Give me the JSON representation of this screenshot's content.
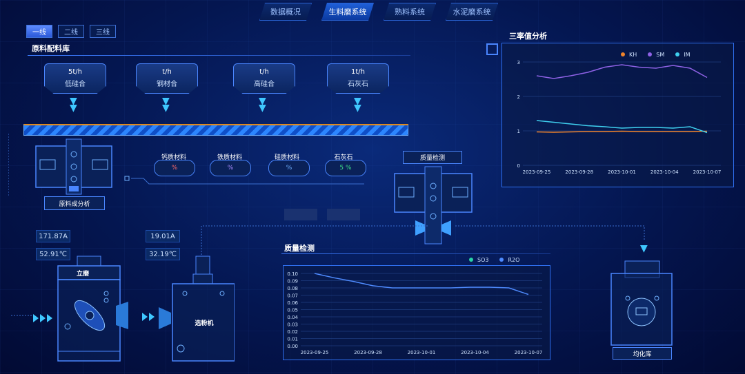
{
  "nav": {
    "tabs": [
      {
        "label": "数据概况",
        "active": false
      },
      {
        "label": "生料磨系统",
        "active": true
      },
      {
        "label": "熟料系统",
        "active": false
      },
      {
        "label": "水泥磨系统",
        "active": false
      }
    ]
  },
  "lines": [
    {
      "label": "一线",
      "active": true
    },
    {
      "label": "二线",
      "active": false
    },
    {
      "label": "三线",
      "active": false
    }
  ],
  "raw_store": {
    "title": "原料配料库",
    "hoppers": [
      {
        "value": "5t/h",
        "name": "低硅合"
      },
      {
        "value": "t/h",
        "name": "钢材合"
      },
      {
        "value": "t/h",
        "name": "高硅合"
      },
      {
        "value": "1t/h",
        "name": "石灰石"
      }
    ],
    "components": [
      {
        "name": "钙质材料",
        "value": "%"
      },
      {
        "name": "铁质材料",
        "value": "%"
      },
      {
        "name": "硅质材料",
        "value": "%"
      },
      {
        "name": "石灰石",
        "value": "5 %"
      }
    ],
    "raw_analysis": "原料成分析",
    "quality_check": "质量检测"
  },
  "equipment": {
    "vertical_mill": {
      "label": "立磨",
      "current": "171.87A",
      "temp": "52.91℃"
    },
    "separator": {
      "label": "选粉机",
      "current": "19.01A",
      "temp": "32.19℃"
    },
    "homogenizer": {
      "label": "均化库"
    }
  },
  "colors": {
    "kh": "#f0832a",
    "sm": "#8f62e6",
    "im": "#3fd0ef",
    "so3": "#29d3a6",
    "r2o": "#4f8bff"
  },
  "chart_data": [
    {
      "type": "line",
      "title": "三率值分析",
      "x": [
        "2023-09-25",
        "2023-09-28",
        "2023-10-01",
        "2023-10-04",
        "2023-10-07"
      ],
      "ylim": [
        0,
        3
      ],
      "yticks": [
        0,
        1,
        2,
        3
      ],
      "legend": "top-right",
      "series": [
        {
          "name": "KH",
          "values": [
            0.97,
            0.96,
            0.97,
            0.98,
            0.98,
            0.99,
            0.98,
            0.98,
            0.98,
            0.98,
            0.99
          ]
        },
        {
          "name": "SM",
          "values": [
            2.6,
            2.52,
            2.6,
            2.7,
            2.85,
            2.92,
            2.85,
            2.82,
            2.9,
            2.82,
            2.55
          ]
        },
        {
          "name": "IM",
          "values": [
            1.3,
            1.25,
            1.2,
            1.15,
            1.12,
            1.08,
            1.1,
            1.1,
            1.08,
            1.12,
            0.95
          ]
        }
      ]
    },
    {
      "type": "line",
      "title": "质量检测",
      "x": [
        "2023-09-25",
        "2023-09-28",
        "2023-10-01",
        "2023-10-04",
        "2023-10-07"
      ],
      "ylim": [
        0,
        0.1
      ],
      "yticks": [
        0,
        0.01,
        0.02,
        0.03,
        0.04,
        0.05,
        0.06,
        0.07,
        0.08,
        0.09,
        0.1
      ],
      "legend": "top-right",
      "series": [
        {
          "name": "SO3",
          "values": []
        },
        {
          "name": "R2O",
          "values": [
            0.1,
            0.094,
            0.089,
            0.083,
            0.08,
            0.08,
            0.08,
            0.08,
            0.081,
            0.081,
            0.08,
            0.071
          ]
        }
      ]
    }
  ]
}
